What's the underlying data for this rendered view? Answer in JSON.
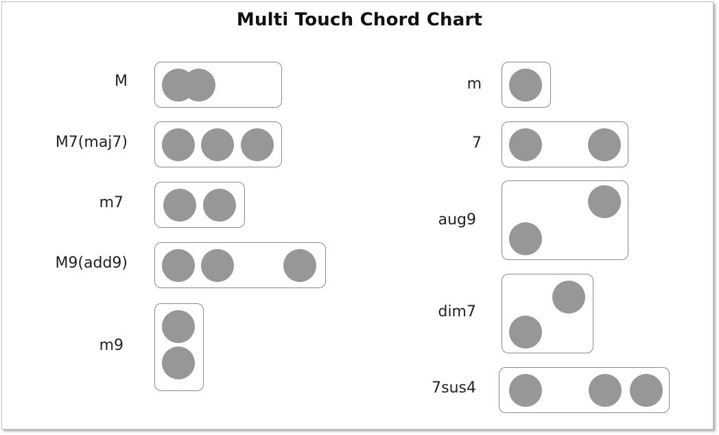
{
  "title": "Multi Touch Chord Chart",
  "colors": {
    "dot": "#969896",
    "box_border": "#8a8a8a"
  },
  "chords": [
    {
      "label": "M"
    },
    {
      "label": "M7(maj7)"
    },
    {
      "label": "m7"
    },
    {
      "label": "M9(add9)"
    },
    {
      "label": "m9"
    },
    {
      "label": "m"
    },
    {
      "label": "7"
    },
    {
      "label": "aug9"
    },
    {
      "label": "dim7"
    },
    {
      "label": "7sus4"
    }
  ]
}
